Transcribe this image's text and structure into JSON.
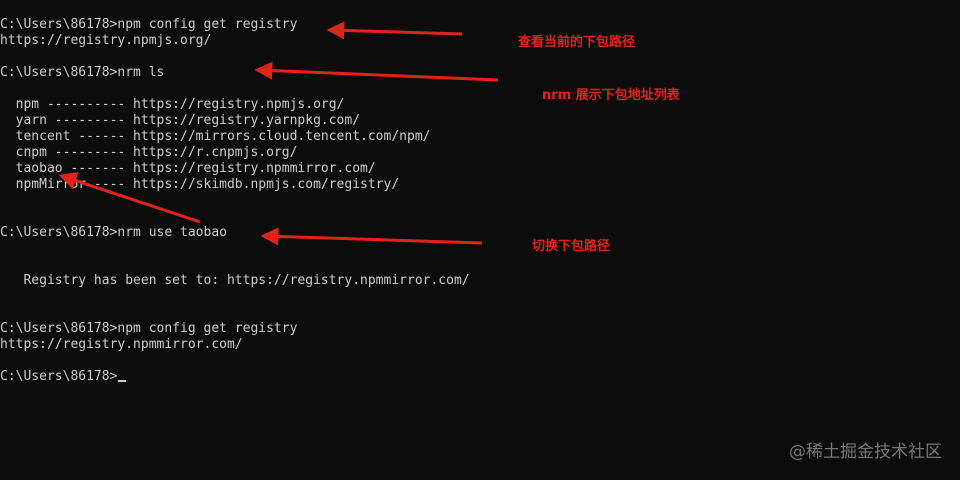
{
  "terminal": {
    "lines": [
      "C:\\Users\\86178>npm config get registry",
      "https://registry.npmjs.org/",
      "C:\\Users\\86178>nrm ls",
      "  npm ---------- https://registry.npmjs.org/",
      "  yarn --------- https://registry.yarnpkg.com/",
      "  tencent ------ https://mirrors.cloud.tencent.com/npm/",
      "  cnpm --------- https://r.cnpmjs.org/",
      "  taobao ------- https://registry.npmmirror.com/",
      "  npmMirror ---- https://skimdb.npmjs.com/registry/",
      "C:\\Users\\86178>nrm use taobao",
      "   Registry has been set to: https://registry.npmmirror.com/",
      "C:\\Users\\86178>npm config get registry",
      "https://registry.npmmirror.com/",
      "C:\\Users\\86178>"
    ]
  },
  "annotations": {
    "view_registry": "查看当前的下包路径",
    "nrm_list": "nrm 展示下包地址列表",
    "switch_registry": "切换下包路径"
  },
  "watermark": "@稀土掘金技术社区",
  "colors": {
    "background": "#0c0c0c",
    "text": "#cccccc",
    "annotation": "#e2231a",
    "arrow": "#e2231a"
  }
}
